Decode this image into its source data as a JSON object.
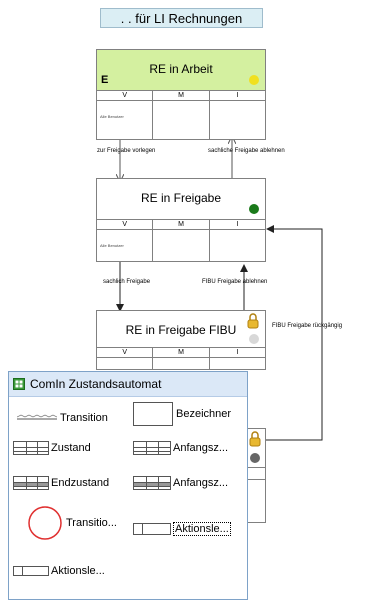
{
  "header": {
    "title": ". . für LI Rechnungen"
  },
  "columns": [
    "V",
    "M",
    "I"
  ],
  "states": [
    {
      "title": "RE in Arbeit",
      "marker": "E",
      "cell_note": "Alle Benutzer",
      "indicator_color": "#f0e020"
    },
    {
      "title": "RE in Freigabe",
      "cell_note": "Alle Benutzer",
      "indicator_color": "#1a7a1a"
    },
    {
      "title": "RE in Freigabe FIBU",
      "indicator_color": "#d8d8d8"
    }
  ],
  "transitions": [
    {
      "label": "zur Freigabe vorlegen"
    },
    {
      "label": "sachliche Freigabe ablehnen"
    },
    {
      "label": "sachlich Freigabe"
    },
    {
      "label": "FIBU Freigabe ablehnen"
    },
    {
      "label": "FIBU Freigabe rückgängig"
    }
  ],
  "colors": {
    "initial_state_fill": "#d4f0a0",
    "toolbox_header": "#dbe8f7",
    "lock_icon": "#e8b830"
  },
  "toolbox": {
    "title": "ComIn Zustandsautomat",
    "items": [
      {
        "label": "Transition",
        "icon": "transition-line-icon"
      },
      {
        "label": "Bezeichner",
        "icon": "label-box-icon"
      },
      {
        "label": "Zustand",
        "icon": "state-icon"
      },
      {
        "label": "Anfangsz...",
        "icon": "initial-state-icon"
      },
      {
        "label": "Endzustand",
        "icon": "end-state-icon"
      },
      {
        "label": "Anfangsz...",
        "icon": "initial-state-icon"
      },
      {
        "label": "Transitio...",
        "icon": "transition-circle-icon"
      },
      {
        "label": "Aktionsle...",
        "icon": "action-bar-icon"
      },
      {
        "label": "Aktionsle...",
        "icon": "action-bar-icon"
      }
    ]
  }
}
